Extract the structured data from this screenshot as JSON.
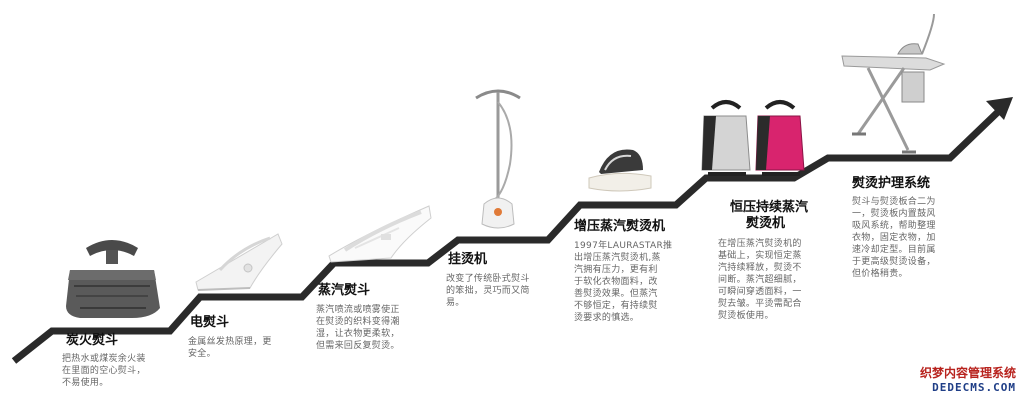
{
  "stages": [
    {
      "title": "炭火熨斗",
      "desc": [
        "把热水或煤炭余火装",
        "在里面的空心熨斗，",
        "不易使用。"
      ],
      "icon": "charcoal-iron-icon"
    },
    {
      "title": "电熨斗",
      "desc": [
        "金属丝发热原理，更",
        "安全。"
      ],
      "icon": "electric-iron-icon"
    },
    {
      "title": "蒸汽熨斗",
      "desc": [
        "蒸汽喷流或喷雾使正",
        "在熨烫的织料变得潮",
        "湿，让衣物更柔软，",
        "但需来回反复熨烫。"
      ],
      "icon": "steam-iron-icon"
    },
    {
      "title": "挂烫机",
      "desc": [
        "改变了传统卧式熨斗",
        "的笨拙，灵巧而又简",
        "易。"
      ],
      "icon": "garment-steamer-icon"
    },
    {
      "title": "增压蒸汽熨烫机",
      "desc": [
        "1997年LAURASTAR推",
        "出增压蒸汽熨烫机,蒸",
        "汽拥有压力，更有利",
        "于软化衣物面料，改",
        "善熨烫效果。但蒸汽",
        "不够恒定，有持续熨",
        "烫要求的慎选。"
      ],
      "icon": "pressurized-steam-iron-icon"
    },
    {
      "title": [
        "恒压持续蒸汽",
        "熨烫机"
      ],
      "desc": [
        "在增压蒸汽熨烫机的",
        "基础上，实现恒定蒸",
        "汽持续释放，熨烫不",
        "间断。蒸汽超细腻，",
        "可瞬间穿透面料，一",
        "熨去皱。平烫需配合",
        "熨烫板使用。"
      ],
      "icon": "constant-pressure-steam-station-icon"
    },
    {
      "title": "熨烫护理系统",
      "desc": [
        "熨斗与熨烫板合二为",
        "一，熨烫板内置鼓风",
        "吸风系统，帮助整理",
        "衣物，固定衣物，加",
        "速冷却定型。目前属",
        "于更高级熨烫设备，",
        "但价格稍贵。"
      ],
      "icon": "ironing-system-icon"
    }
  ],
  "watermark": {
    "line1": "织梦内容管理系统",
    "line2": "DEDECMS.COM"
  },
  "colors": {
    "stair": "#2a2a2a",
    "title": "#111111",
    "desc": "#666666",
    "pink": "#d8246e"
  }
}
